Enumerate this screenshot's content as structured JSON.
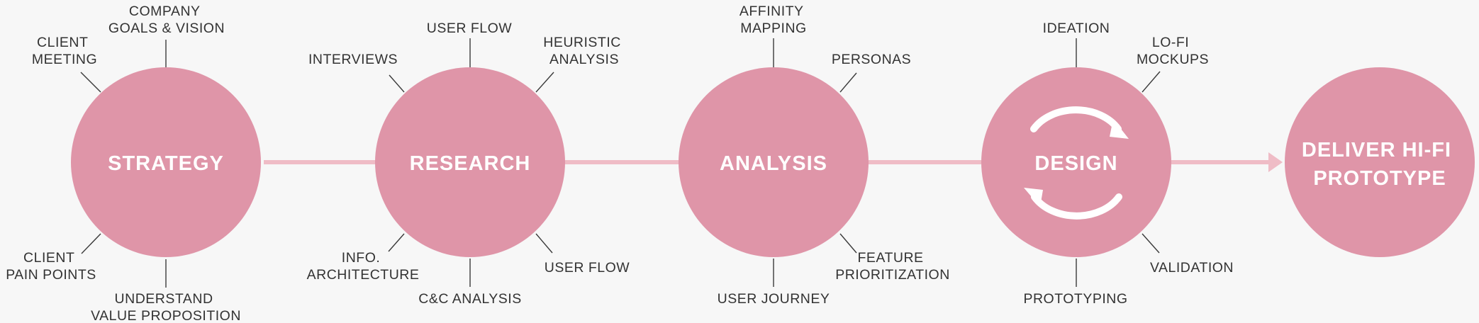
{
  "colors": {
    "background": "#f7f7f7",
    "circle_fill": "#df95a8",
    "connector": "#efbcc6",
    "label_text": "#333333",
    "title_text": "#ffffff"
  },
  "icons": {
    "design_cycle": "refresh-arrows-icon"
  },
  "stages": [
    {
      "title_lines": [
        "STRATEGY"
      ],
      "labels": [
        [
          "COMPANY",
          "GOALS & VISION"
        ],
        [
          "CLIENT",
          "MEETING"
        ],
        [
          "CLIENT",
          "PAIN POINTS"
        ],
        [
          "UNDERSTAND",
          "VALUE PROPOSITION"
        ]
      ]
    },
    {
      "title_lines": [
        "RESEARCH"
      ],
      "labels": [
        [
          "USER FLOW"
        ],
        [
          "INTERVIEWS"
        ],
        [
          "HEURISTIC",
          "ANALYSIS"
        ],
        [
          "INFO.",
          "ARCHITECTURE"
        ],
        [
          "C&C ANALYSIS"
        ],
        [
          "USER FLOW"
        ]
      ]
    },
    {
      "title_lines": [
        "ANALYSIS"
      ],
      "labels": [
        [
          "AFFINITY",
          "MAPPING"
        ],
        [
          "PERSONAS"
        ],
        [
          "USER JOURNEY"
        ],
        [
          "FEATURE",
          "PRIORITIZATION"
        ]
      ]
    },
    {
      "title_lines": [
        "DESIGN"
      ],
      "labels": [
        [
          "IDEATION"
        ],
        [
          "LO-FI",
          "MOCKUPS"
        ],
        [
          "PROTOTYPING"
        ],
        [
          "VALIDATION"
        ]
      ]
    },
    {
      "title_lines": [
        "DELIVER HI-FI",
        "PROTOTYPE"
      ],
      "labels": []
    }
  ]
}
